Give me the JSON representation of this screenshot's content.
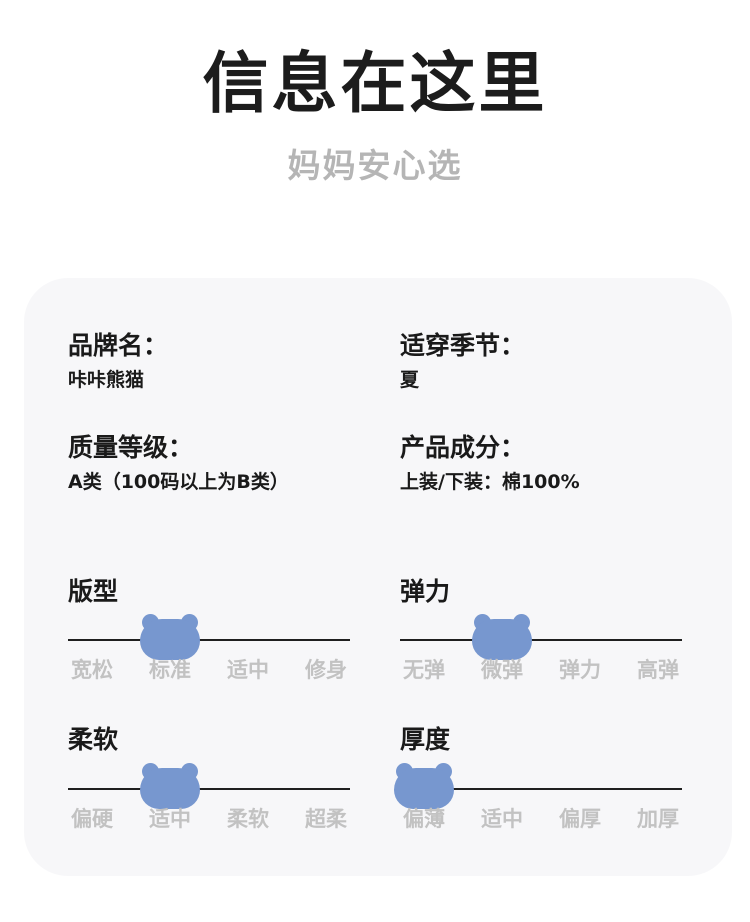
{
  "header": {
    "title": "信息在这里",
    "subtitle": "妈妈安心选"
  },
  "info": {
    "brand": {
      "label": "品牌名：",
      "value": "咔咔熊猫"
    },
    "season": {
      "label": "适穿季节：",
      "value": "夏"
    },
    "quality": {
      "label": "质量等级：",
      "value": "A类（100码以上为B类）"
    },
    "material": {
      "label": "产品成分：",
      "value": "上装/下装：棉100%"
    }
  },
  "scales": {
    "fit": {
      "heading": "版型",
      "options": [
        "宽松",
        "标准",
        "适中",
        "修身"
      ],
      "selected_index": 1
    },
    "elasticity": {
      "heading": "弹力",
      "options": [
        "无弹",
        "微弹",
        "弹力",
        "高弹"
      ],
      "selected_index": 1
    },
    "softness": {
      "heading": "柔软",
      "options": [
        "偏硬",
        "适中",
        "柔软",
        "超柔"
      ],
      "selected_index": 1
    },
    "thickness": {
      "heading": "厚度",
      "options": [
        "偏薄",
        "适中",
        "偏厚",
        "加厚"
      ],
      "selected_index": 0
    }
  },
  "colors": {
    "indicator": "#7797cf",
    "option_text": "#c2c2c2",
    "card_background": "#f7f7f9"
  },
  "icons": {
    "indicator": "bear-head-icon"
  }
}
